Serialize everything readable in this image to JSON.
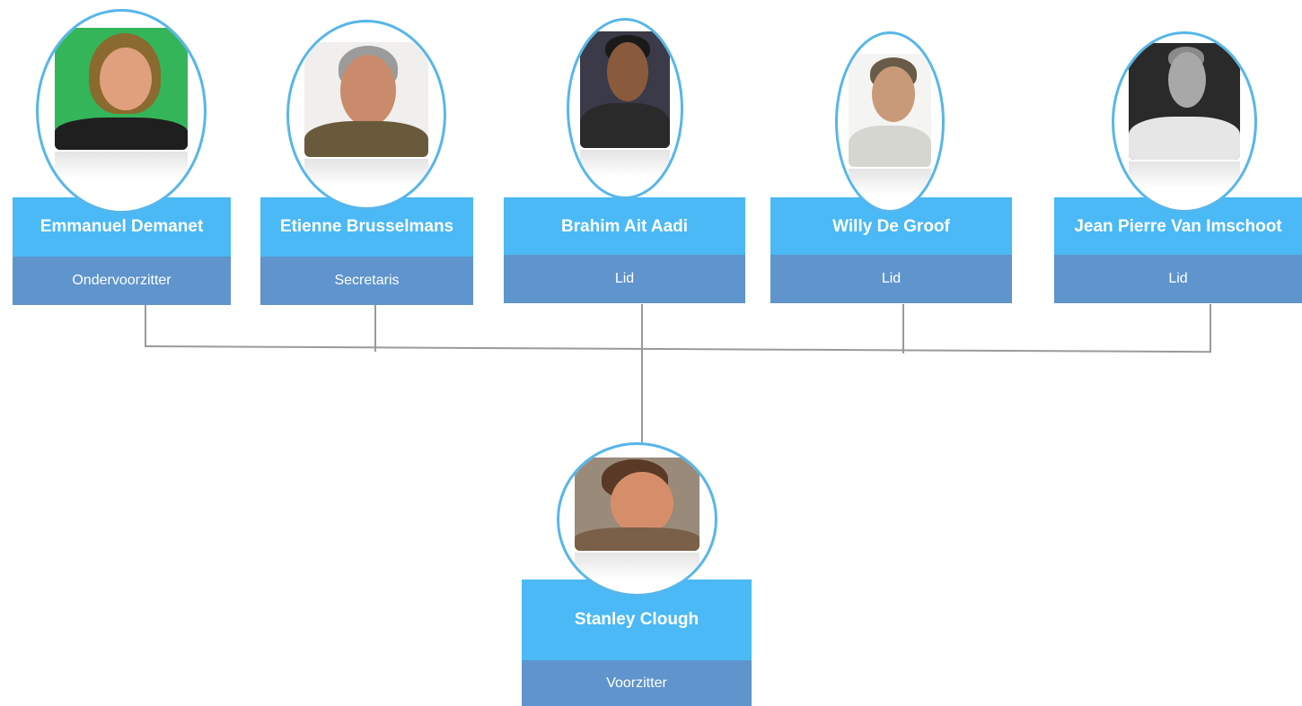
{
  "members": [
    {
      "name": "Emmanuel Demanet",
      "role": "Ondervoorzitter",
      "photo": "portrait-photo",
      "bg": "#35b55a",
      "shirt": "#1f1f1f",
      "hair": "#8a6a2e",
      "skin": "#e0a07e"
    },
    {
      "name": "Etienne Brusselmans",
      "role": "Secretaris",
      "photo": "portrait-photo",
      "bg": "#f0efed",
      "shirt": "#6a5a3c",
      "hair": "#9b9b9b",
      "skin": "#c98b6c"
    },
    {
      "name": "Brahim Ait Aadi",
      "role": "Lid",
      "photo": "portrait-photo",
      "bg": "#3a3a48",
      "shirt": "#2a2a2a",
      "hair": "#1a1a1a",
      "skin": "#8a5a3c"
    },
    {
      "name": "Willy De Groof",
      "role": "Lid",
      "photo": "portrait-photo",
      "bg": "#f4f4f2",
      "shirt": "#d6d6d0",
      "hair": "#6a5a48",
      "skin": "#c89a7a"
    },
    {
      "name": "Jean Pierre Van Imschoot",
      "role": "Lid",
      "photo": "portrait-photo",
      "bg": "#2a2a2a",
      "shirt": "#e6e6e6",
      "hair": "#8a8a8a",
      "skin": "#a8a8a8"
    }
  ],
  "chair": {
    "name": "Stanley Clough",
    "role": "Voorzitter",
    "photo": "portrait-photo",
    "bg": "#9a8a7a",
    "shirt": "#7a6048",
    "hair": "#5a3a26",
    "skin": "#d68e6a"
  },
  "colors": {
    "name_bar": "#4ab9f5",
    "role_bar": "#5f94cc",
    "photo_border": "#57b6ea",
    "connector": "#9a9a9a"
  }
}
